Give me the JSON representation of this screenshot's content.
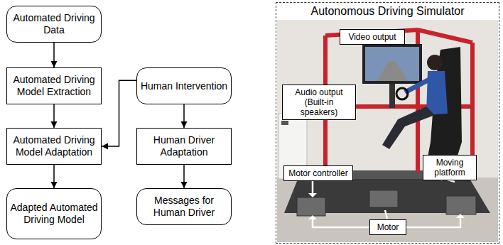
{
  "diagram": {
    "nodes": [
      {
        "text": [
          "Automated Driving Data"
        ]
      },
      {
        "text": [
          "Automated Driving Model Extraction"
        ]
      },
      {
        "text": [
          "Automated Driving Model Adaptation"
        ]
      },
      {
        "text": [
          "Adapted Automated Driving Model"
        ]
      },
      {
        "text": [
          "Human Intervention"
        ]
      },
      {
        "text": [
          "Human Driver Adaptation"
        ]
      },
      {
        "text": [
          "Messages for Human Driver"
        ]
      },
      {
        "text": [
          "Autonomous Driving Simulator"
        ]
      },
      {
        "text": [
          "Video output"
        ],
        "in": 7
      },
      {
        "text": [
          "Audio output (Built-in speakers)"
        ],
        "in": 7
      },
      {
        "text": [
          "Motor controller"
        ],
        "in": 7
      },
      {
        "text": [
          "Moving platform"
        ],
        "in": 7
      },
      {
        "text": [
          "Motor"
        ],
        "in": 7
      }
    ],
    "edges": [
      {
        "from": 0,
        "to": 1,
        "arrow": "to"
      },
      {
        "from": 1,
        "to": 2,
        "arrow": "to"
      },
      {
        "from": 2,
        "to": 3,
        "arrow": "to"
      },
      {
        "from": 4,
        "to": 5,
        "arrow": "to"
      },
      {
        "from": 5,
        "to": 6,
        "arrow": "to"
      },
      {
        "from": 4,
        "to": 2,
        "arrow": "to"
      }
    ]
  }
}
